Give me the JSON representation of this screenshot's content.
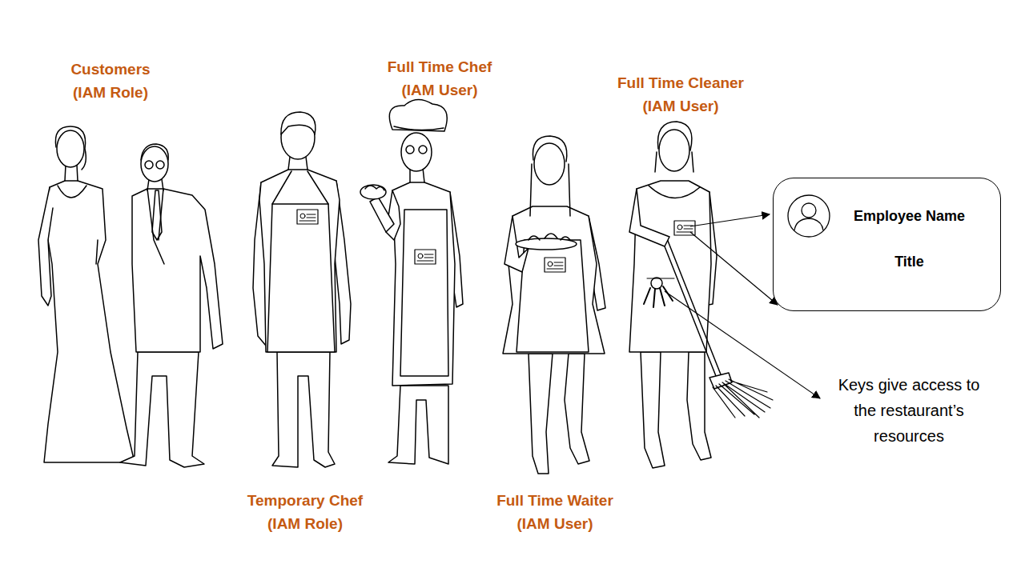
{
  "diagram": {
    "nodes": [
      {
        "text": [
          "Employee Name",
          "Title"
        ]
      }
    ],
    "labels": [
      "Customers (IAM Role)",
      "Full Time Chef (IAM User)",
      "Full Time Cleaner (IAM User)",
      "Temporary Chef (IAM Role)",
      "Full Time Waiter (IAM User)",
      "Keys give access to the restaurant’s resources"
    ]
  }
}
